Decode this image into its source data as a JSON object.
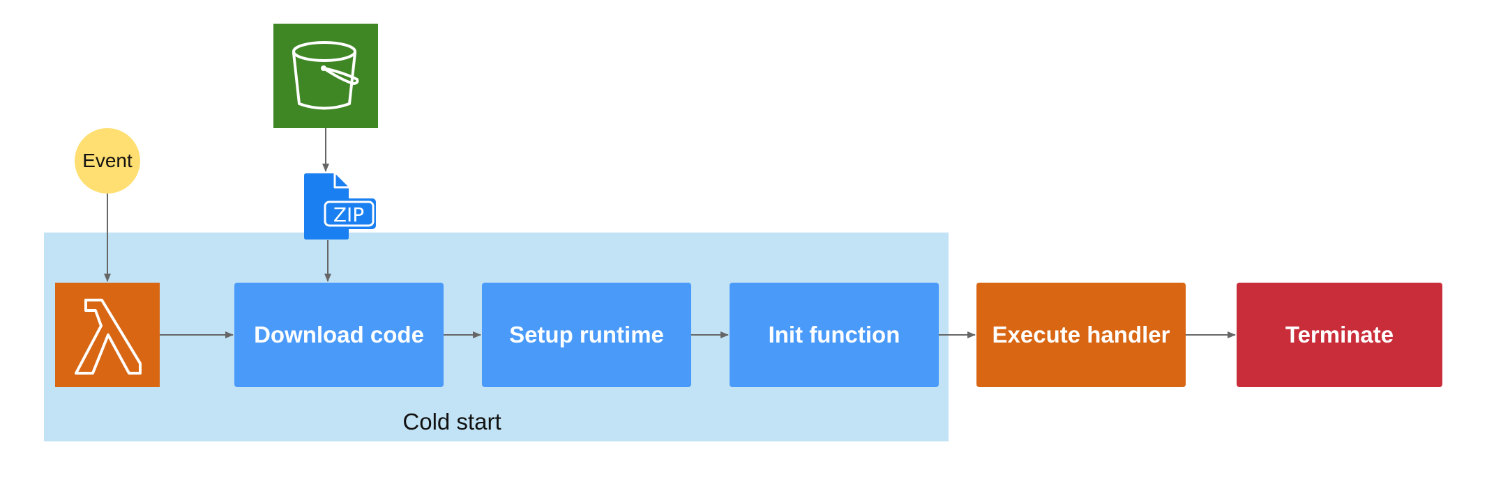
{
  "diagram": {
    "event_label": "Event",
    "cold_start_label": "Cold start",
    "zip_label": "ZIP",
    "steps": {
      "download": "Download code",
      "setup": "Setup runtime",
      "init": "Init function",
      "execute": "Execute handler",
      "terminate": "Terminate"
    },
    "icons": {
      "lambda": "lambda-icon",
      "s3": "s3-bucket-icon",
      "zip": "zip-file-icon"
    },
    "colors": {
      "cold_start_region": "#c2e3f5",
      "blue_step": "#4a9afa",
      "lambda_orange": "#d86613",
      "s3_green": "#3f8624",
      "terminate_red": "#c92d39",
      "event_yellow": "#ffdf71",
      "zip_blue": "#1a7ff0",
      "arrow_gray": "#666666"
    }
  }
}
